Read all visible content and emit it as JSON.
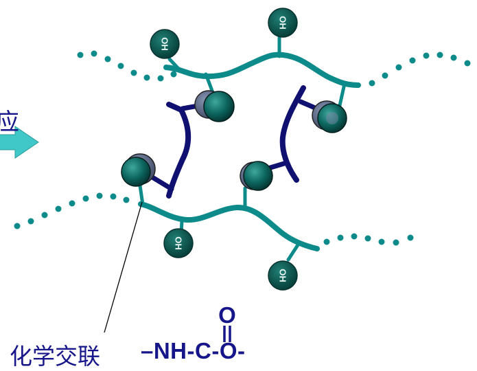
{
  "labels": {
    "partial_left": "应",
    "crosslink": "化学交联",
    "formula": "–NH-C-O-"
  },
  "oh_label": "OH",
  "carbonyl_oxygen": "O",
  "colors": {
    "polymer_chain": "#0d8a8a",
    "crosslink_bar": "#101070",
    "bead_dark": "#0b5a55",
    "bead_shadow": "#5a6a88",
    "arrow": "#40c8c8",
    "text": "#16168a"
  }
}
